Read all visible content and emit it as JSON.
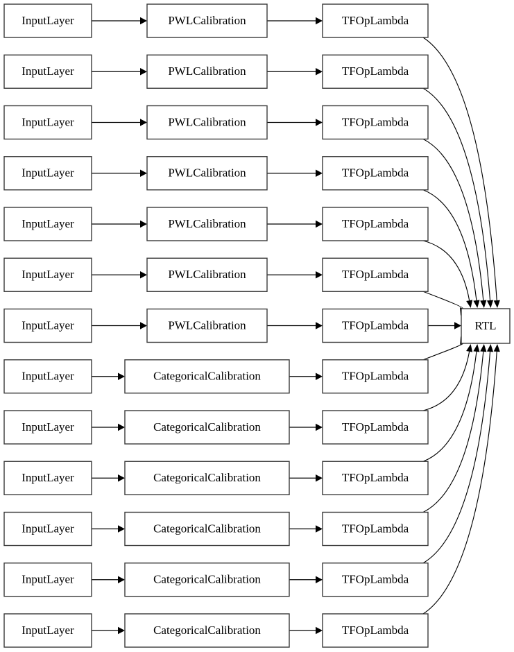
{
  "diagram": {
    "type": "model-architecture-graph",
    "title": "",
    "orientation": "left-to-right",
    "background_color": "#ffffff",
    "node_fill_color": "#ffffff",
    "node_border_color": "#3a3a3a",
    "edge_color": "#000000",
    "text_color": "#000000",
    "rows": [
      {
        "index": 1,
        "input": "InputLayer",
        "calibration": "PWLCalibration",
        "op": "TFOpLambda"
      },
      {
        "index": 2,
        "input": "InputLayer",
        "calibration": "PWLCalibration",
        "op": "TFOpLambda"
      },
      {
        "index": 3,
        "input": "InputLayer",
        "calibration": "PWLCalibration",
        "op": "TFOpLambda"
      },
      {
        "index": 4,
        "input": "InputLayer",
        "calibration": "PWLCalibration",
        "op": "TFOpLambda"
      },
      {
        "index": 5,
        "input": "InputLayer",
        "calibration": "PWLCalibration",
        "op": "TFOpLambda"
      },
      {
        "index": 6,
        "input": "InputLayer",
        "calibration": "PWLCalibration",
        "op": "TFOpLambda"
      },
      {
        "index": 7,
        "input": "InputLayer",
        "calibration": "PWLCalibration",
        "op": "TFOpLambda"
      },
      {
        "index": 8,
        "input": "InputLayer",
        "calibration": "CategoricalCalibration",
        "op": "TFOpLambda"
      },
      {
        "index": 9,
        "input": "InputLayer",
        "calibration": "CategoricalCalibration",
        "op": "TFOpLambda"
      },
      {
        "index": 10,
        "input": "InputLayer",
        "calibration": "CategoricalCalibration",
        "op": "TFOpLambda"
      },
      {
        "index": 11,
        "input": "InputLayer",
        "calibration": "CategoricalCalibration",
        "op": "TFOpLambda"
      },
      {
        "index": 12,
        "input": "InputLayer",
        "calibration": "CategoricalCalibration",
        "op": "TFOpLambda"
      },
      {
        "index": 13,
        "input": "InputLayer",
        "calibration": "CategoricalCalibration",
        "op": "TFOpLambda"
      }
    ],
    "output_node": {
      "label": "RTL"
    },
    "counts": {
      "input_layers": 13,
      "pwl_calibration": 7,
      "categorical_calibration": 6,
      "tf_op_lambda": 13,
      "output_nodes": 1
    }
  }
}
